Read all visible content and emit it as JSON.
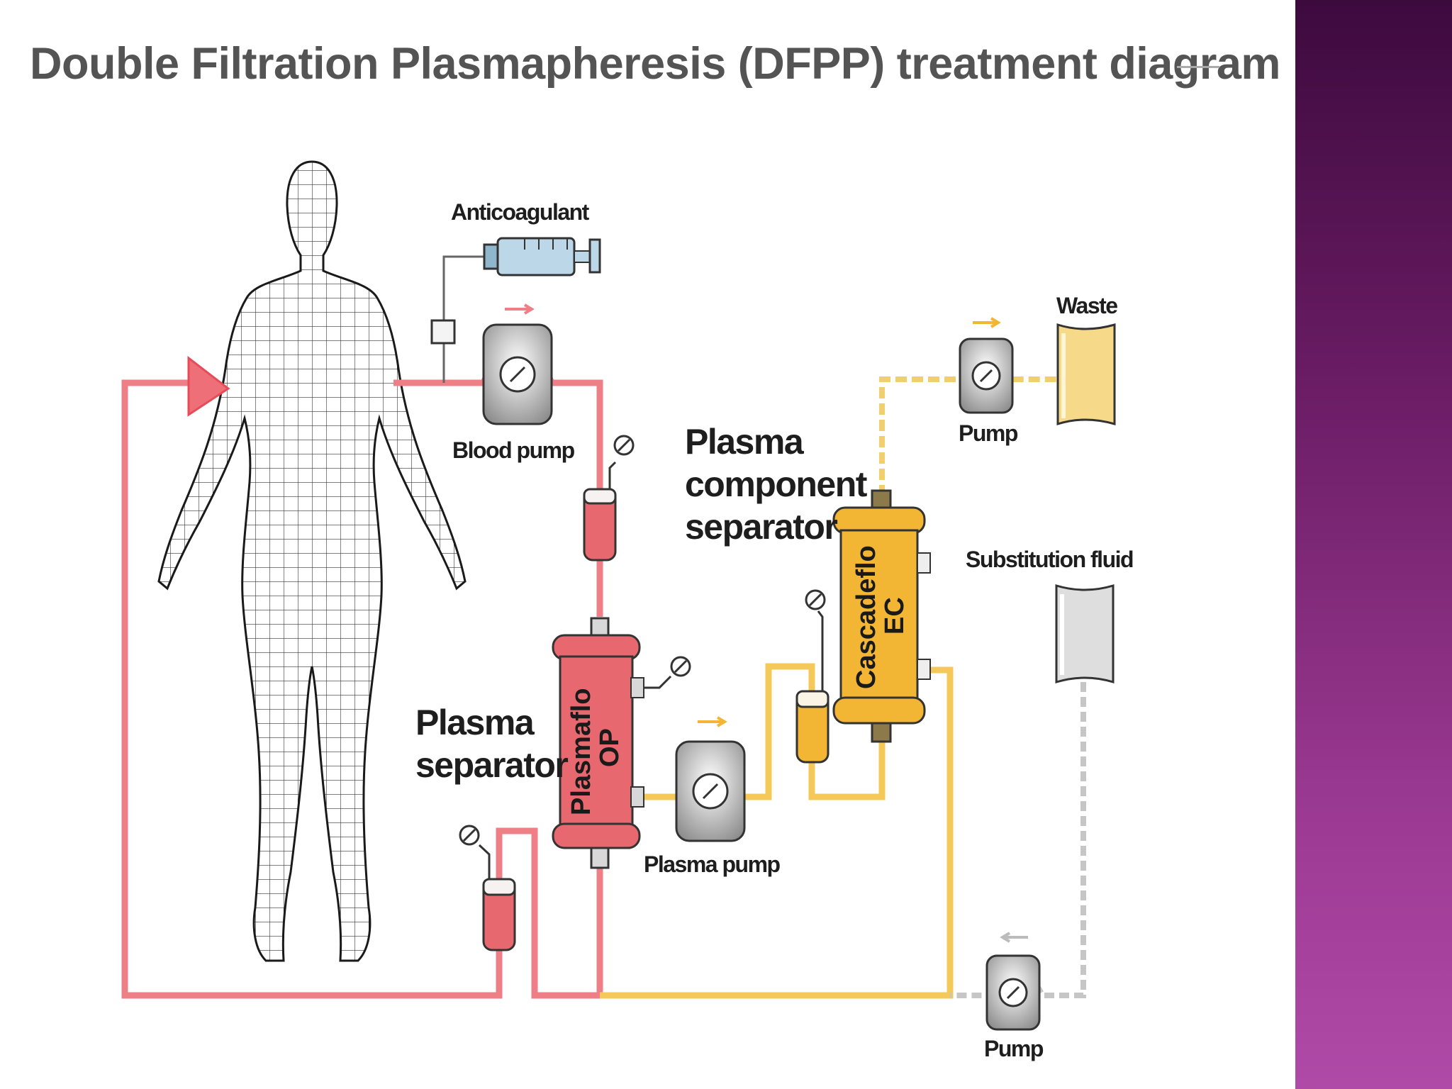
{
  "title": "Double Filtration Plasmapheresis (DFPP) treatment diagram",
  "labels": {
    "anticoagulant": "Anticoagulant",
    "blood_pump": "Blood pump",
    "waste": "Waste",
    "pump_top": "Pump",
    "component_separator": [
      "Plasma",
      "component",
      "separator"
    ],
    "substitution_fluid": "Substitution fluid",
    "plasma_separator": [
      "Plasma",
      "separator"
    ],
    "plasma_pump": "Plasma pump",
    "pump_bottom": "Pump"
  },
  "devices": {
    "plasmaflo": [
      "Plasmaflo",
      "OP"
    ],
    "cascadeflo": [
      "Cascadeflo",
      "EC"
    ]
  },
  "colors": {
    "blood_line": "#ef7f86",
    "plasma_line": "#f5c85a",
    "waste_line": "#f2cf6e",
    "substitution_line": "#c6c6c6",
    "plasma_separator_body": "#e8686f",
    "component_separator_body": "#f3b634",
    "panel_top": "#3d0a3e",
    "panel_bottom": "#b04aa8"
  }
}
